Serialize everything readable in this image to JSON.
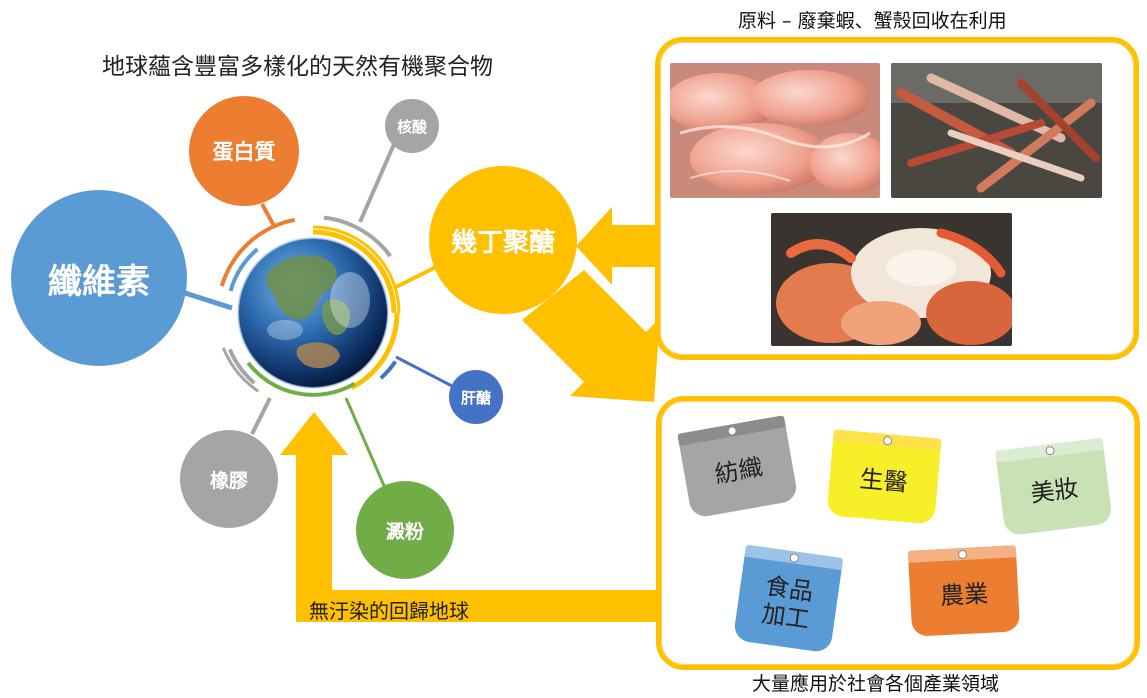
{
  "title": "地球蘊含豐富多樣化的天然有機聚合物",
  "nodes": {
    "cellulose": "纖維素",
    "protein": "蛋白質",
    "nucleic_acid": "核酸",
    "chitosan": "幾丁聚醣",
    "heparin": "肝醣",
    "starch": "澱粉",
    "rubber": "橡膠"
  },
  "colors": {
    "accent": "#ffc000",
    "cellulose": "#5b9bd5",
    "protein": "#ed7d31",
    "gray": "#a5a5a5",
    "heparin": "#4472c4",
    "starch": "#70ad47"
  },
  "raw_panel": {
    "caption": "原料 – 廢棄蝦、蟹殼回收在利用",
    "photos": [
      "shrimp-shells",
      "crab-legs",
      "crab-shells"
    ]
  },
  "apps_panel": {
    "caption": "大量應用於社會各個產業領域",
    "tags": {
      "textile": "紡織",
      "biomed": "生醫",
      "cosmetics": "美妝",
      "food_line1": "食品",
      "food_line2": "加工",
      "agriculture": "農業"
    }
  },
  "return_label": "無汙染的回歸地球"
}
